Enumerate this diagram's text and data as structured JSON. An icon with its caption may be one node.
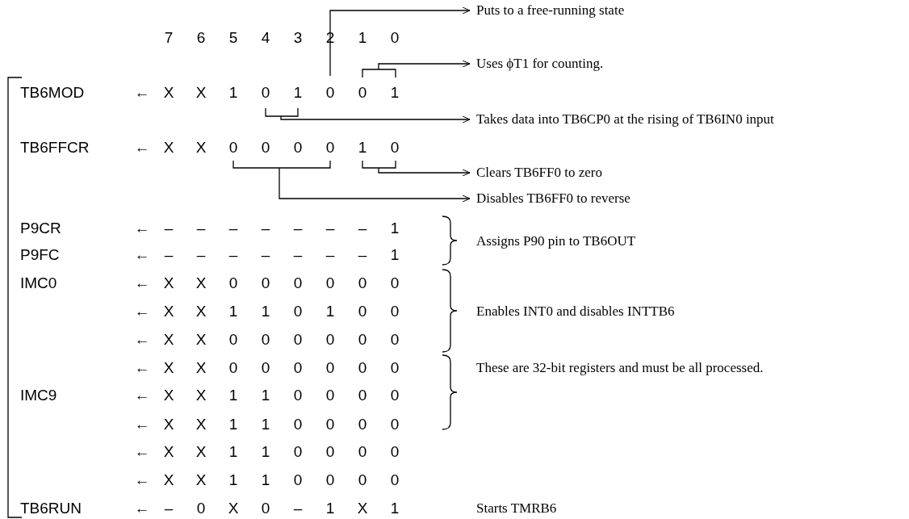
{
  "diagram": {
    "nodes": [
      {
        "text": [
          "Puts to a free-running state"
        ]
      },
      {
        "text": [
          "Uses ϕT1 for counting."
        ]
      },
      {
        "text": [
          "Takes data into TB6CP0 at the rising of TB6IN0 input"
        ]
      },
      {
        "text": [
          "Clears TB6FF0 to zero"
        ]
      },
      {
        "text": [
          "Disables TB6FF0 to reverse"
        ]
      }
    ],
    "edges": [
      {
        "from": null,
        "to": 0,
        "arrow": "to"
      },
      {
        "from": null,
        "to": 1,
        "arrow": "to"
      },
      {
        "from": null,
        "to": 2,
        "arrow": "to"
      },
      {
        "from": null,
        "to": 3,
        "arrow": "to"
      },
      {
        "from": null,
        "to": 4,
        "arrow": "to"
      }
    ],
    "labels": [
      "7",
      "6",
      "5",
      "4",
      "3",
      "2",
      "1",
      "0",
      "TB6MOD",
      "←",
      "X",
      "X",
      "1",
      "0",
      "1",
      "0",
      "0",
      "1",
      "TB6FFCR",
      "←",
      "X",
      "X",
      "0",
      "0",
      "0",
      "0",
      "1",
      "0",
      "P9CR",
      "←",
      "–",
      "–",
      "–",
      "–",
      "–",
      "–",
      "–",
      "1",
      "Assigns P90 pin to TB6OUT",
      "P9FC",
      "←",
      "–",
      "–",
      "–",
      "–",
      "–",
      "–",
      "–",
      "1",
      "IMC0",
      "←",
      "X",
      "X",
      "0",
      "0",
      "0",
      "0",
      "0",
      "0",
      "←",
      "X",
      "X",
      "1",
      "1",
      "0",
      "1",
      "0",
      "0",
      "Enables INT0 and disables INTTB6",
      "←",
      "X",
      "X",
      "0",
      "0",
      "0",
      "0",
      "0",
      "0",
      "←",
      "X",
      "X",
      "0",
      "0",
      "0",
      "0",
      "0",
      "0",
      "These are 32-bit registers and must be all processed.",
      "IMC9",
      "←",
      "X",
      "X",
      "1",
      "1",
      "0",
      "0",
      "0",
      "0",
      "←",
      "X",
      "X",
      "1",
      "1",
      "0",
      "0",
      "0",
      "0",
      "←",
      "X",
      "X",
      "1",
      "1",
      "0",
      "0",
      "0",
      "0",
      "←",
      "X",
      "X",
      "1",
      "1",
      "0",
      "0",
      "0",
      "0",
      "TB6RUN",
      "←",
      "–",
      "0",
      "X",
      "0",
      "–",
      "1",
      "X",
      "1",
      "Starts TMRB6"
    ]
  }
}
